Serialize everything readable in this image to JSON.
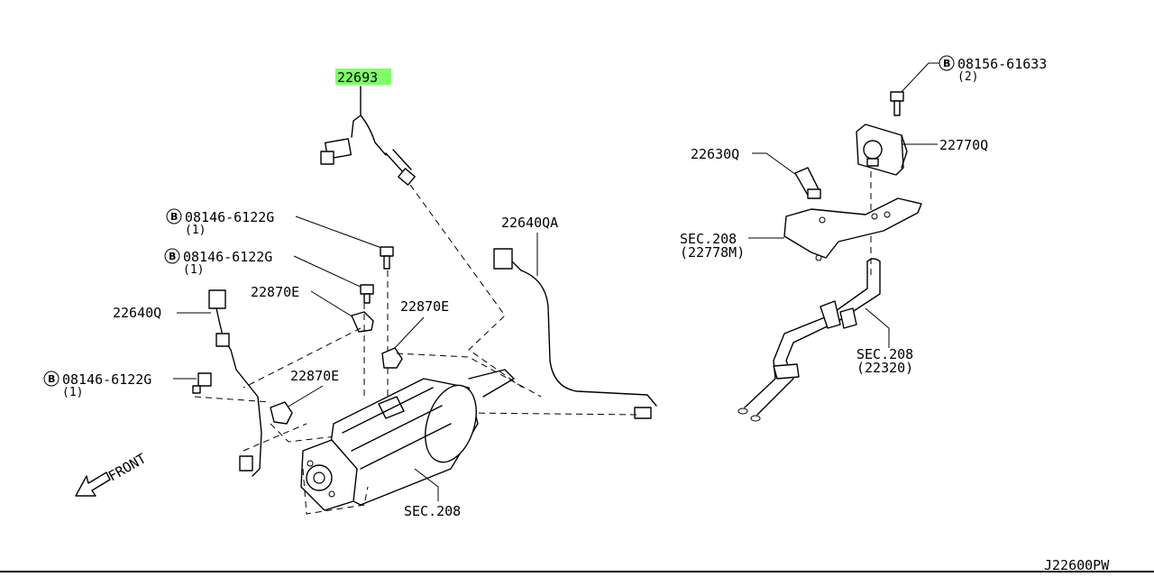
{
  "labels": {
    "p22693": "22693",
    "p22640qa": "22640QA",
    "p22640q": "22640Q",
    "p22870e_a": "22870E",
    "p22870e_b": "22870E",
    "p22870e_c": "22870E",
    "bolt_a": "08146-6122G",
    "bolt_a_qty": "(1)",
    "bolt_b": "08146-6122G",
    "bolt_b_qty": "(1)",
    "bolt_c": "08146-6122G",
    "bolt_c_qty": "(1)",
    "bolt_d": "08156-61633",
    "bolt_d_qty": "(2)",
    "p22630q": "22630Q",
    "p22770q": "22770Q",
    "sec208_a": "SEC.208",
    "sec208_a_sub": "(22778M)",
    "sec208_b": "SEC.208",
    "sec208_b_sub": "(22320)",
    "sec208_c": "SEC.208",
    "front": "FRONT",
    "drawing_code": "J22600PW",
    "bolt_symbol": "B"
  },
  "colors": {
    "highlight": "#7dff66",
    "line": "#000000"
  }
}
